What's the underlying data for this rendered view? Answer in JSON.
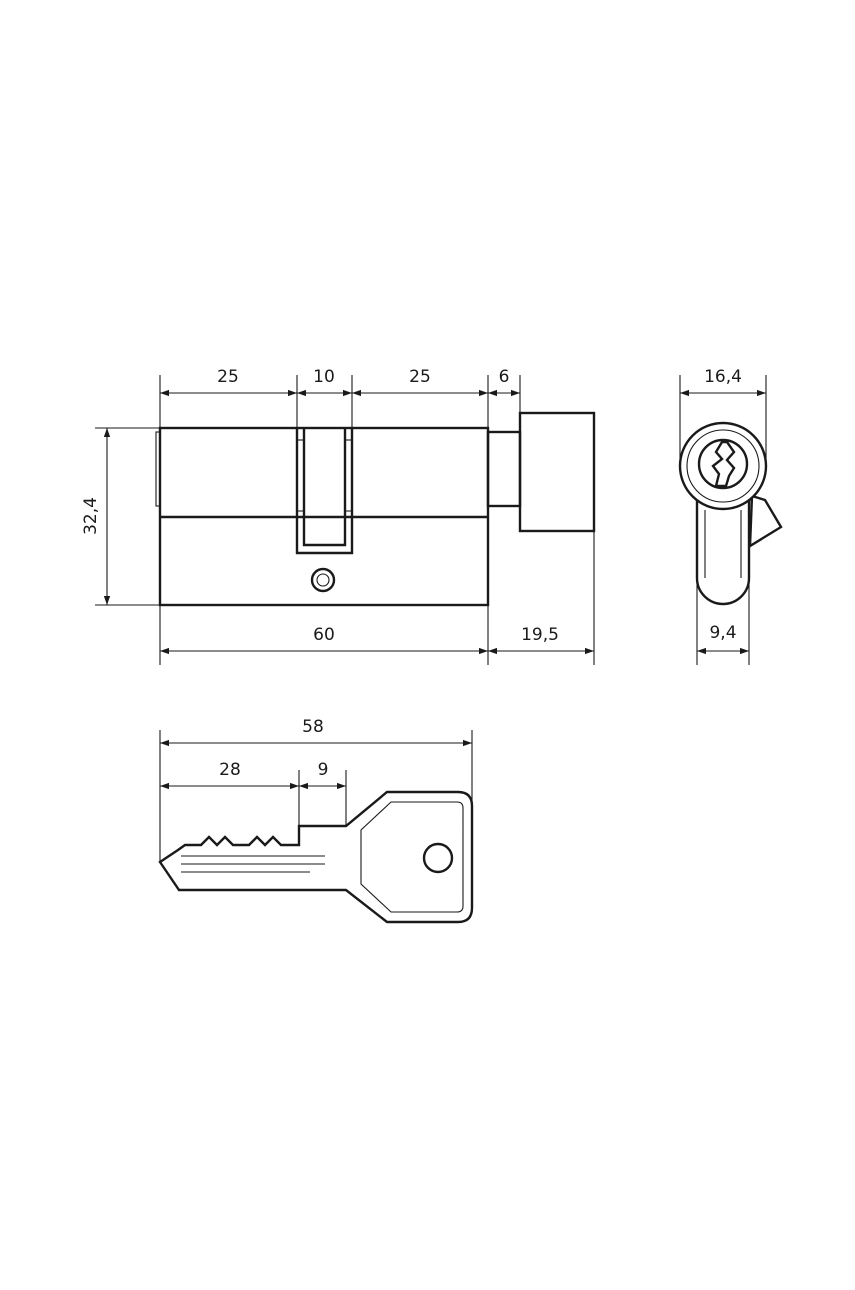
{
  "cylinder_front": {
    "dim_left_body": "25",
    "dim_cam": "10",
    "dim_right_body": "25",
    "dim_gap": "6",
    "dim_height": "32,4",
    "dim_total_length": "60",
    "dim_knob_length": "19,5"
  },
  "cylinder_side": {
    "dim_width": "16,4",
    "dim_lower_width": "9,4"
  },
  "key": {
    "dim_total_length": "58",
    "dim_blade_length": "28",
    "dim_shoulder": "9"
  },
  "colors": {
    "stroke": "#1a1a1a",
    "background": "#ffffff"
  }
}
